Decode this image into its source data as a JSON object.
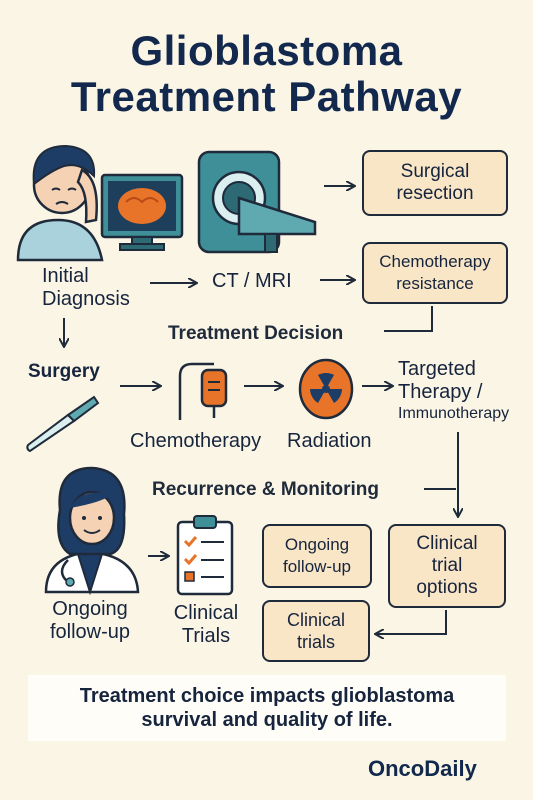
{
  "title": {
    "line1": "Glioblastoma",
    "line2": "Treatment Pathway"
  },
  "nodes": {
    "initial_diagnosis": [
      "Initial",
      "Diagnosis"
    ],
    "ct_mri": "CT / MRI",
    "surgical_resection": [
      "Surgical",
      "resection"
    ],
    "chemo_resistance": [
      "Chemotherapy",
      "resistance"
    ],
    "treatment_decision": "Treatment Decision",
    "surgery": "Surgery",
    "chemotherapy": "Chemotherapy",
    "radiation": "Radiation",
    "targeted_therapy": [
      "Targeted",
      "Therapy /",
      "Immunotherapy"
    ],
    "recurrence_monitoring": "Recurrence & Monitoring",
    "ongoing_followup_box": [
      "Ongoing",
      "follow-up"
    ],
    "clinical_trial_options": [
      "Clinical",
      "trial",
      "options"
    ],
    "clinical_trials_box": [
      "Clinical",
      "trials"
    ],
    "ongoing_followup_label": [
      "Ongoing",
      "follow-up"
    ],
    "clinical_trials_label": [
      "Clinical",
      "Trials"
    ]
  },
  "footer": {
    "line1": "Treatment choice impacts glioblastoma",
    "line2": "survival and quality of life."
  },
  "brand": "OncoDaily",
  "icons": {
    "patient": "worried-patient-icon",
    "monitor": "brain-scan-monitor-icon",
    "scanner": "mri-scanner-icon",
    "scalpel": "scalpel-icon",
    "iv_bag": "iv-bag-icon",
    "radiation": "radiation-symbol-icon",
    "doctor": "doctor-icon",
    "clipboard": "checklist-clipboard-icon"
  },
  "colors": {
    "navy": "#12284d",
    "box_fill": "#f9e6c6",
    "accent_orange": "#e8742a",
    "teal": "#3f8f98",
    "background": "#fbf5e6"
  }
}
